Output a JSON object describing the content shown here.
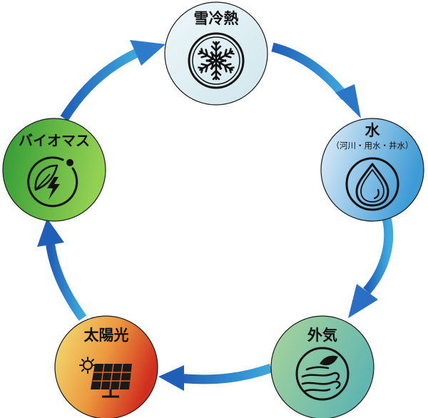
{
  "diagram": {
    "type": "cycle",
    "nodes": [
      {
        "id": "snow",
        "title": "雪冷熱",
        "subtitle": "",
        "icon": "snowflake-icon",
        "gradient": [
          "#eef7f9",
          "#cfe6ec"
        ]
      },
      {
        "id": "water",
        "title": "水",
        "subtitle": "（河川・用水・井水）",
        "icon": "water-drop-icon",
        "gradient": [
          "#dcecf7",
          "#3e9bd6"
        ]
      },
      {
        "id": "air",
        "title": "外気",
        "subtitle": "",
        "icon": "wind-leaf-icon",
        "gradient": [
          "#a6d39a",
          "#6dbbb1"
        ]
      },
      {
        "id": "solar",
        "title": "太陽光",
        "subtitle": "",
        "icon": "solar-panel-icon",
        "gradient": [
          "#f3de6d",
          "#d93a26"
        ]
      },
      {
        "id": "biomass",
        "title": "バイオマス",
        "subtitle": "",
        "icon": "leaf-bolt-icon",
        "gradient": [
          "#3aa33a",
          "#8fd04e"
        ]
      }
    ],
    "arrows": [
      {
        "from": "snow",
        "to": "water"
      },
      {
        "from": "water",
        "to": "air"
      },
      {
        "from": "air",
        "to": "solar"
      },
      {
        "from": "solar",
        "to": "biomass"
      },
      {
        "from": "biomass",
        "to": "snow"
      }
    ],
    "arrow_color": [
      "#1f5fb8",
      "#3ea9dd"
    ]
  }
}
